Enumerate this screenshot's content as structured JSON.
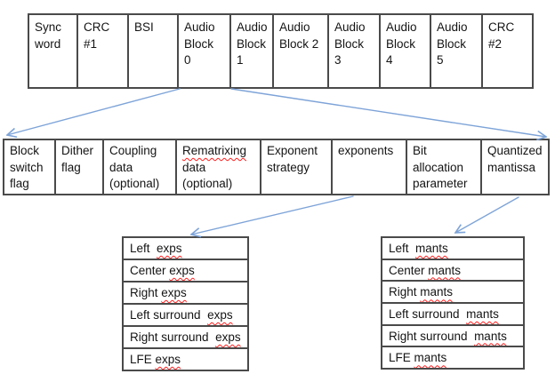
{
  "colors": {
    "arrow": "#7ea4d8",
    "table_border": "#4a4a4a",
    "squiggle": "#ff1f1f",
    "text": "#141414"
  },
  "frame_row": {
    "cells": [
      {
        "label": "Sync\nword"
      },
      {
        "label": "CRC\n#1"
      },
      {
        "label": "BSI"
      },
      {
        "label": "Audio\nBlock\n0"
      },
      {
        "label": "Audio\nBlock\n1"
      },
      {
        "label": "Audio\nBlock 2"
      },
      {
        "label": "Audio\nBlock\n3"
      },
      {
        "label": "Audio\nBlock\n4"
      },
      {
        "label": "Audio\nBlock\n5"
      },
      {
        "label": "CRC\n#2"
      }
    ]
  },
  "block_row": {
    "cells": [
      {
        "label": "Block\nswitch\nflag"
      },
      {
        "label": "Dither\nflag"
      },
      {
        "label": "Coupling\ndata\n(optional)"
      },
      {
        "label": "Rematrixing\ndata\n(optional)",
        "misspelled": "Rematrixing"
      },
      {
        "label": "Exponent\nstrategy"
      },
      {
        "label": "exponents"
      },
      {
        "label": "Bit\nallocation\nparameter"
      },
      {
        "label": "Quantized\nmantissa"
      }
    ]
  },
  "exps_table": {
    "rows": [
      {
        "label": "Left  exps",
        "misspelled": "exps"
      },
      {
        "label": "Center exps",
        "misspelled": "exps"
      },
      {
        "label": "Right exps",
        "misspelled": "exps"
      },
      {
        "label": "Left surround  exps",
        "misspelled": "exps"
      },
      {
        "label": "Right surround  exps",
        "misspelled": "exps"
      },
      {
        "label": "LFE exps",
        "misspelled": "exps"
      }
    ]
  },
  "mants_table": {
    "rows": [
      {
        "label": "Left  mants",
        "misspelled": "mants"
      },
      {
        "label": "Center mants",
        "misspelled": "mants"
      },
      {
        "label": "Right mants",
        "misspelled": "mants"
      },
      {
        "label": "Left surround  mants",
        "misspelled": "mants"
      },
      {
        "label": "Right surround  mants",
        "misspelled": "mants"
      },
      {
        "label": "LFE mants",
        "misspelled": "mants"
      }
    ]
  },
  "arrows": [
    {
      "name": "audio-block-0-to-block-row"
    },
    {
      "name": "audio-block-1-to-block-row"
    },
    {
      "name": "exponents-to-exps-table"
    },
    {
      "name": "quantized-mantissa-to-mants-table"
    }
  ]
}
